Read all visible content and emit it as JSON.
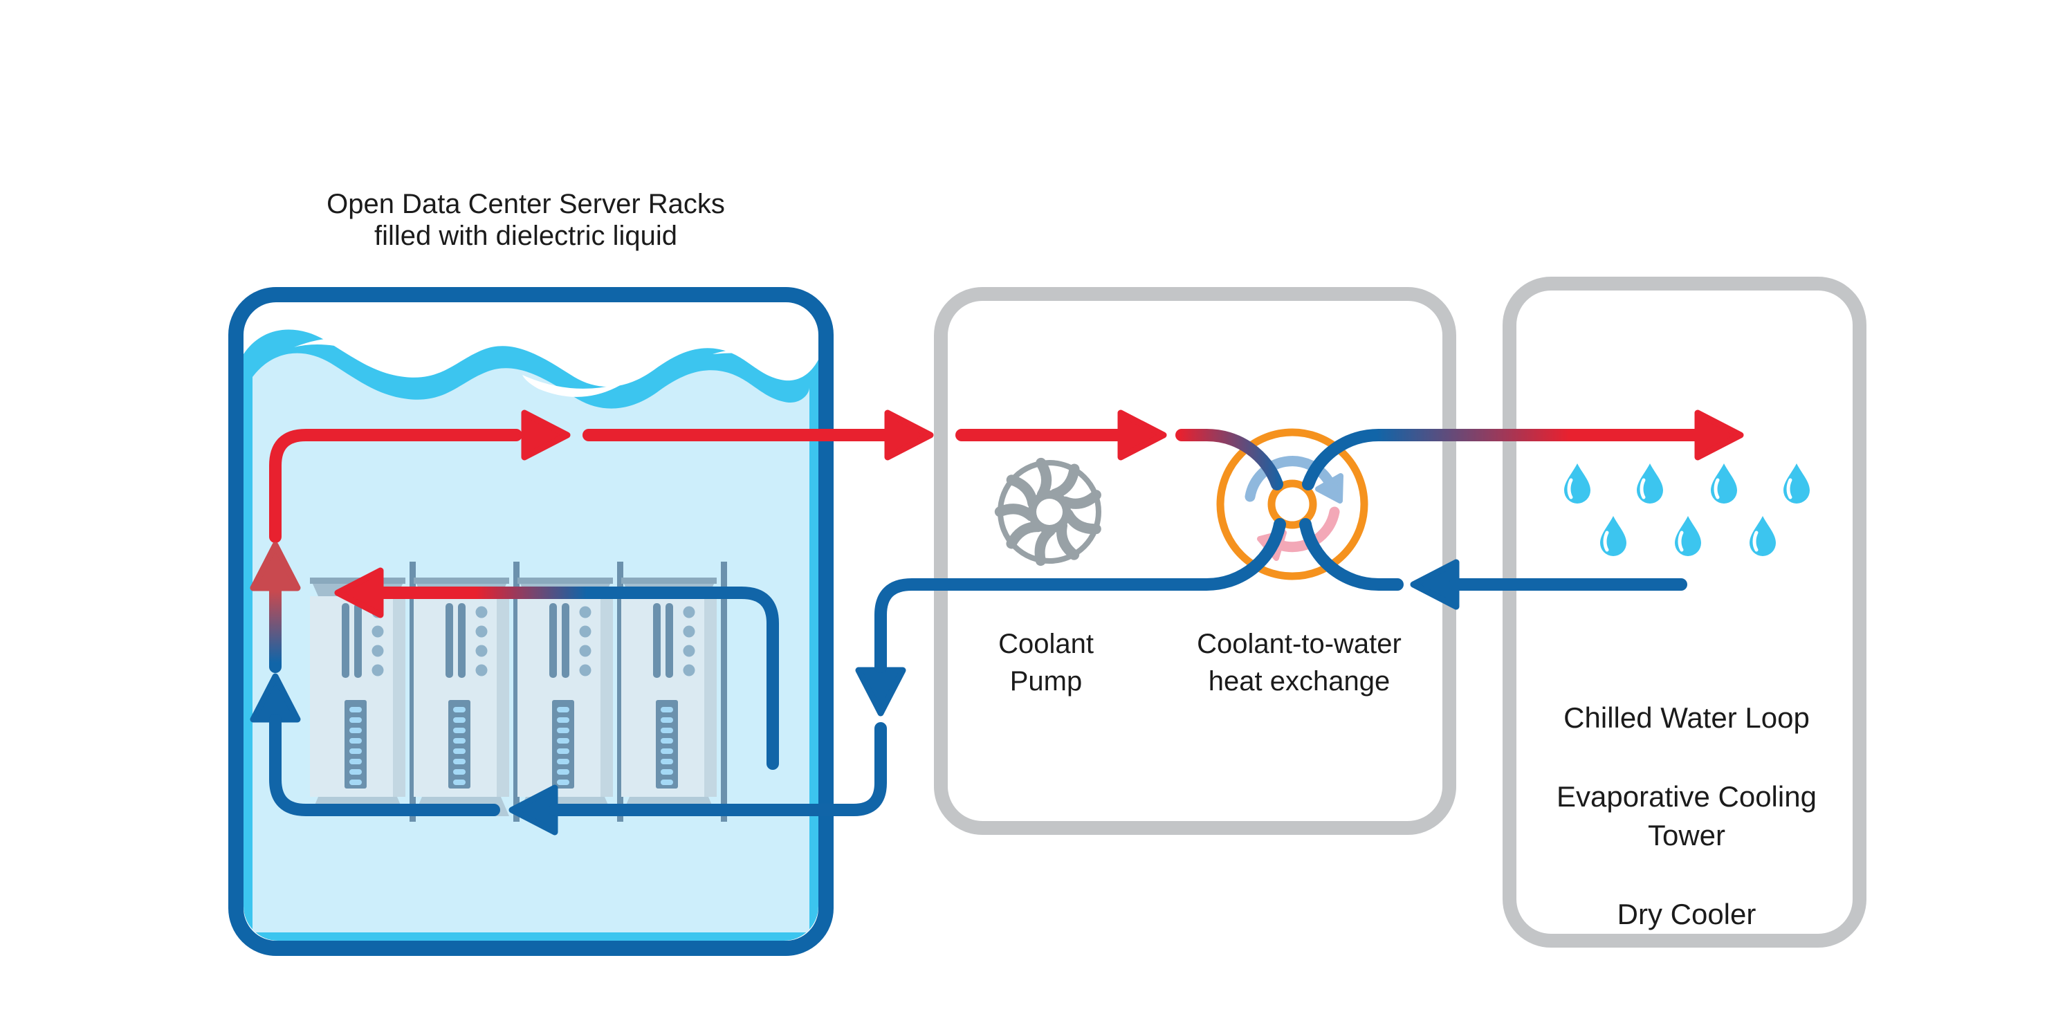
{
  "title": {
    "line1": "Open Data Center Server Racks",
    "line2": "filled with dielectric liquid"
  },
  "labels": {
    "pump_line1": "Coolant",
    "pump_line2": "Pump",
    "heat_exchange_line1": "Coolant-to-water",
    "heat_exchange_line2": "heat exchange",
    "chilled_water": "Chilled Water Loop",
    "evaporative_line1": "Evaporative Cooling",
    "evaporative_line2": "Tower",
    "dry_cooler": "Dry Cooler"
  },
  "colors": {
    "hot_red": "#e8212f",
    "warm_muted_red": "#c9494f",
    "cold_blue": "#1165a8",
    "tank_border_blue": "#0f65a8",
    "liquid_pale": "#cdeefb",
    "wave_cyan": "#3cc5ef",
    "box_border_gray": "#c3c5c7",
    "fan_gray": "#98a1a6",
    "exchanger_orange": "#f5921e",
    "cycle_arrow_blue": "#8fb8dd",
    "cycle_arrow_pink": "#f3a8b7",
    "rack_body": "#dbeaf2",
    "rack_detail": "#6b91ad",
    "led_dash": "#a5d9f6",
    "text": "#1b1b1b"
  },
  "icons": {
    "pump": "impeller-fan-icon",
    "heat_exchange": "heat-exchange-cycle-icon",
    "droplet": "water-droplet-icon",
    "rack": "server-rack-icon"
  }
}
